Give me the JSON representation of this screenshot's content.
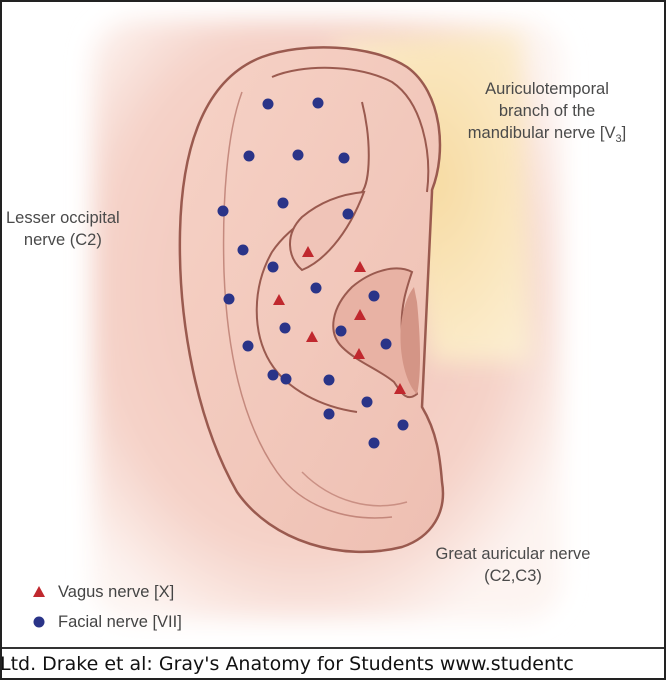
{
  "labels": {
    "lesser_occipital": [
      "Lesser occipital",
      "nerve (C2)"
    ],
    "auriculotemporal": {
      "line1": "Auriculotemporal",
      "line2": "branch of the",
      "line3_main": "mandibular nerve [V",
      "line3_sub": "3",
      "line3_end": "]"
    },
    "great_auricular": [
      "Great auricular nerve",
      "(C2,C3)"
    ]
  },
  "legend": [
    {
      "symbol": "triangle",
      "color": "#c0282e",
      "label": "Vagus nerve [X]"
    },
    {
      "symbol": "circle",
      "color": "#2a3488",
      "label": "Facial nerve [VII]"
    }
  ],
  "credit": "Ltd. Drake et al: Gray's Anatomy for Students www.studentc",
  "colors": {
    "skin_bg": "#f2c8bf",
    "auriculotemporal_zone": "#f6dca6",
    "ear_fill": "#f4cbbf",
    "ear_outline": "#9a5a4f",
    "vagus_marker": "#c0282e",
    "facial_marker": "#2a3488"
  }
}
